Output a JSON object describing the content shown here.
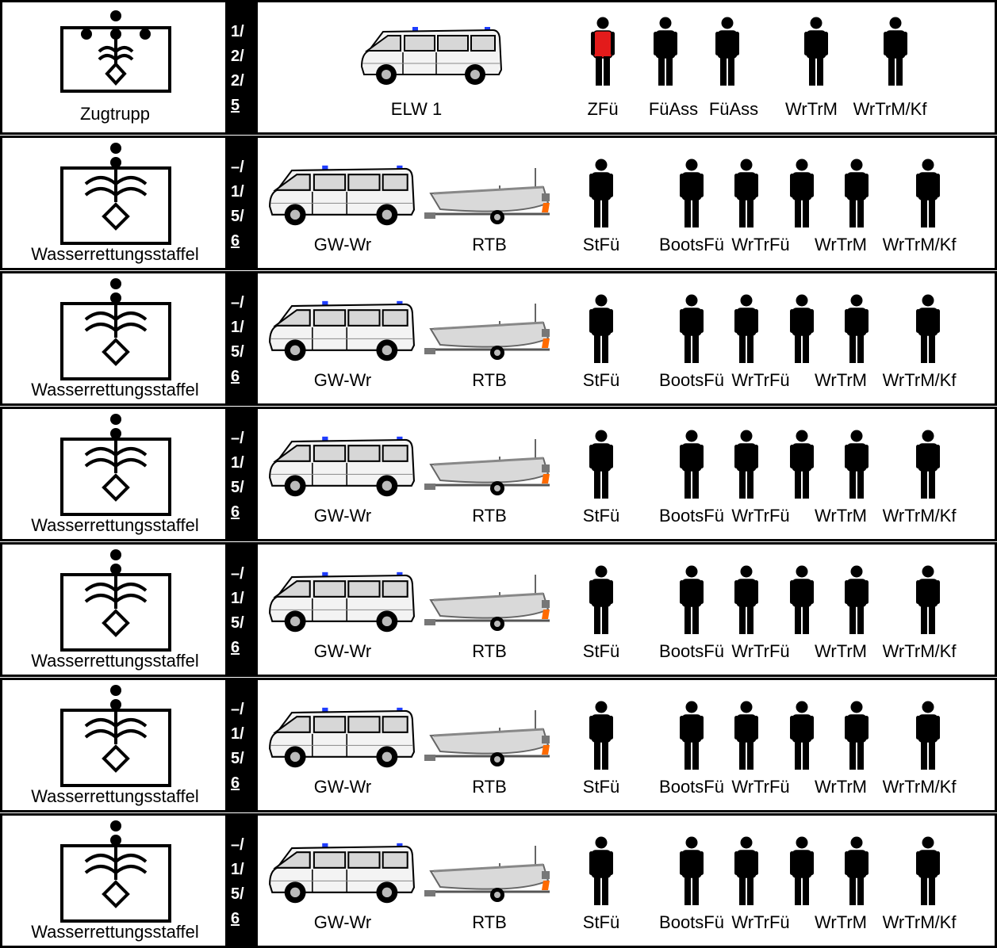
{
  "colors": {
    "line": "#000000",
    "leader_torso": "#e31b1b",
    "boat_motor": "#ff6a00",
    "vehicle_body": "#f3f3f3",
    "blue_light": "#1e3cff"
  },
  "rows": [
    {
      "unit": "Zugtrupp",
      "symbol": "zugtrupp-symbol",
      "strength": [
        "1/",
        "2/",
        "2/",
        "5"
      ],
      "vehicles": [
        {
          "label": "ELW 1",
          "icon": "command-van-icon"
        }
      ],
      "personnel": [
        {
          "label": "ZFü",
          "highlight": true
        },
        {
          "label": "FüAss",
          "highlight": false
        },
        {
          "label": "FüAss",
          "highlight": false
        },
        {
          "label": "WrTrM",
          "highlight": false
        },
        {
          "label": "WrTrM/Kf",
          "highlight": false
        }
      ]
    },
    {
      "unit": "Wasserrettungsstaffel",
      "symbol": "water-rescue-squadron-symbol",
      "strength": [
        "–/",
        "1/",
        "5/",
        "6"
      ],
      "vehicles": [
        {
          "label": "GW-Wr",
          "icon": "rescue-van-icon"
        },
        {
          "label": "RTB",
          "icon": "boat-trailer-icon"
        }
      ],
      "personnel": [
        {
          "label": "StFü",
          "highlight": false
        },
        {
          "label": "BootsFü",
          "highlight": false
        },
        {
          "label": "WrTrFü",
          "highlight": false
        },
        {
          "label": "WrTrM",
          "highlight": false
        },
        {
          "label": "WrTrM/Kf",
          "highlight": false
        }
      ]
    },
    {
      "unit": "Wasserrettungsstaffel",
      "symbol": "water-rescue-squadron-symbol",
      "strength": [
        "–/",
        "1/",
        "5/",
        "6"
      ],
      "vehicles": [
        {
          "label": "GW-Wr",
          "icon": "rescue-van-icon"
        },
        {
          "label": "RTB",
          "icon": "boat-trailer-icon"
        }
      ],
      "personnel": [
        {
          "label": "StFü",
          "highlight": false
        },
        {
          "label": "BootsFü",
          "highlight": false
        },
        {
          "label": "WrTrFü",
          "highlight": false
        },
        {
          "label": "WrTrM",
          "highlight": false
        },
        {
          "label": "WrTrM/Kf",
          "highlight": false
        }
      ]
    },
    {
      "unit": "Wasserrettungsstaffel",
      "symbol": "water-rescue-squadron-symbol",
      "strength": [
        "–/",
        "1/",
        "5/",
        "6"
      ],
      "vehicles": [
        {
          "label": "GW-Wr",
          "icon": "rescue-van-icon"
        },
        {
          "label": "RTB",
          "icon": "boat-trailer-icon"
        }
      ],
      "personnel": [
        {
          "label": "StFü",
          "highlight": false
        },
        {
          "label": "BootsFü",
          "highlight": false
        },
        {
          "label": "WrTrFü",
          "highlight": false
        },
        {
          "label": "WrTrM",
          "highlight": false
        },
        {
          "label": "WrTrM/Kf",
          "highlight": false
        }
      ]
    },
    {
      "unit": "Wasserrettungsstaffel",
      "symbol": "water-rescue-squadron-symbol",
      "strength": [
        "–/",
        "1/",
        "5/",
        "6"
      ],
      "vehicles": [
        {
          "label": "GW-Wr",
          "icon": "rescue-van-icon"
        },
        {
          "label": "RTB",
          "icon": "boat-trailer-icon"
        }
      ],
      "personnel": [
        {
          "label": "StFü",
          "highlight": false
        },
        {
          "label": "BootsFü",
          "highlight": false
        },
        {
          "label": "WrTrFü",
          "highlight": false
        },
        {
          "label": "WrTrM",
          "highlight": false
        },
        {
          "label": "WrTrM/Kf",
          "highlight": false
        }
      ]
    },
    {
      "unit": "Wasserrettungsstaffel",
      "symbol": "water-rescue-squadron-symbol",
      "strength": [
        "–/",
        "1/",
        "5/",
        "6"
      ],
      "vehicles": [
        {
          "label": "GW-Wr",
          "icon": "rescue-van-icon"
        },
        {
          "label": "RTB",
          "icon": "boat-trailer-icon"
        }
      ],
      "personnel": [
        {
          "label": "StFü",
          "highlight": false
        },
        {
          "label": "BootsFü",
          "highlight": false
        },
        {
          "label": "WrTrFü",
          "highlight": false
        },
        {
          "label": "WrTrM",
          "highlight": false
        },
        {
          "label": "WrTrM/Kf",
          "highlight": false
        }
      ]
    },
    {
      "unit": "Wasserrettungsstaffel",
      "symbol": "water-rescue-squadron-symbol",
      "strength": [
        "–/",
        "1/",
        "5/",
        "6"
      ],
      "vehicles": [
        {
          "label": "GW-Wr",
          "icon": "rescue-van-icon"
        },
        {
          "label": "RTB",
          "icon": "boat-trailer-icon"
        }
      ],
      "personnel": [
        {
          "label": "StFü",
          "highlight": false
        },
        {
          "label": "BootsFü",
          "highlight": false
        },
        {
          "label": "WrTrFü",
          "highlight": false
        },
        {
          "label": "WrTrM",
          "highlight": false
        },
        {
          "label": "WrTrM/Kf",
          "highlight": false
        }
      ]
    }
  ]
}
